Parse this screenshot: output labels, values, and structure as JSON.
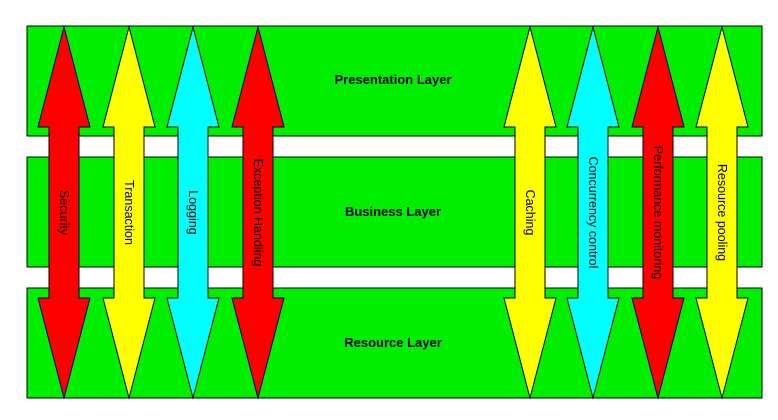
{
  "colors": {
    "layer_fill": "#00ee00",
    "red": "#ff0000",
    "yellow": "#ffff00",
    "cyan": "#00ffff",
    "outline": "#000000"
  },
  "layers": [
    {
      "id": "presentation",
      "label": "Presentation Layer"
    },
    {
      "id": "business",
      "label": "Business Layer"
    },
    {
      "id": "resource",
      "label": "Resource Layer"
    }
  ],
  "concerns": [
    {
      "id": "security",
      "label": "Security",
      "color": "#ff0000"
    },
    {
      "id": "transaction",
      "label": "Transaction",
      "color": "#ffff00"
    },
    {
      "id": "logging",
      "label": "Logging",
      "color": "#00ffff"
    },
    {
      "id": "exception-handling",
      "label": "Exception Handling",
      "color": "#ff0000"
    },
    {
      "id": "caching",
      "label": "Caching",
      "color": "#ffff00"
    },
    {
      "id": "concurrency-control",
      "label": "Concurrency control",
      "color": "#00ffff"
    },
    {
      "id": "performance-monitoring",
      "label": "Performance monitoring",
      "color": "#ff0000"
    },
    {
      "id": "resource-pooling",
      "label": "Resource pooling",
      "color": "#ffff00"
    }
  ]
}
